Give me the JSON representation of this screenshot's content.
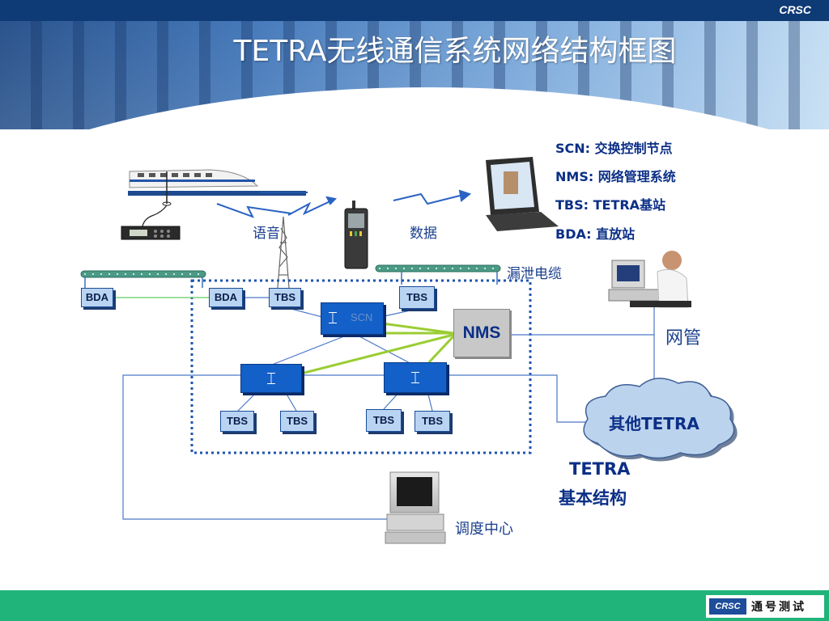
{
  "header": {
    "brand": "CRSC",
    "title": "TETRA无线通信系统网络结构框图"
  },
  "legend": {
    "scn": "SCN: 交换控制节点",
    "nms": "NMS: 网络管理系统",
    "tbs": "TBS: TETRA基站",
    "bda": "BDA: 直放站"
  },
  "labels": {
    "voice": "语音",
    "data": "数据",
    "leaky_cable": "漏泄电缆",
    "network_mgmt": "网管",
    "other_tetra": "其他TETRA",
    "basic_structure_line1": "TETRA",
    "basic_structure_line2": "基本结构",
    "dispatch_center": "调度中心"
  },
  "nodes": {
    "bda": "BDA",
    "tbs": "TBS",
    "scn": "SCN",
    "nms": "NMS"
  },
  "colors": {
    "header_dark": "#0e3a75",
    "footer_green": "#20b47a",
    "switch_blue": "#1360c8",
    "box_light": "#b9d4f2",
    "link_green": "#9acd32",
    "dotted_border": "#1f55b0"
  },
  "footer": {
    "logo_mark": "CRSC",
    "logo_name": "通号测试"
  }
}
